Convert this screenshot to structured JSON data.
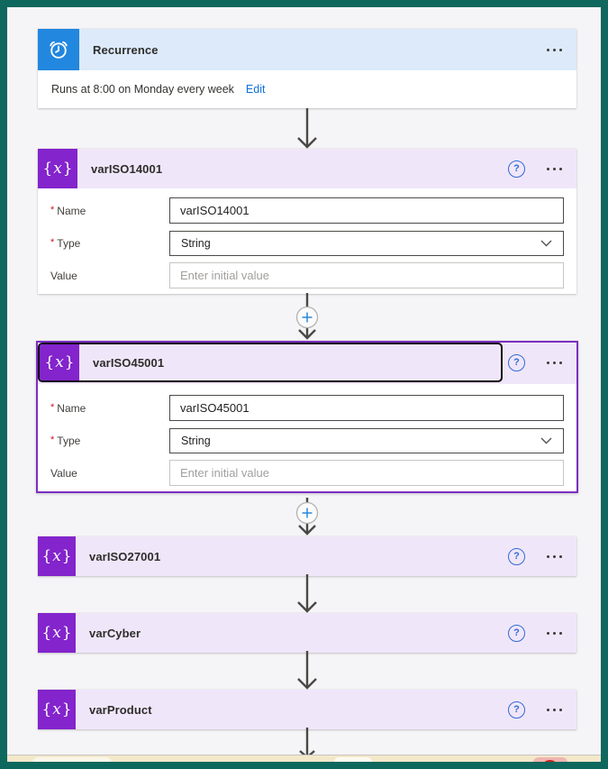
{
  "flow": {
    "recurrence": {
      "title": "Recurrence",
      "summary": "Runs at 8:00 on Monday every week",
      "edit_link": "Edit",
      "menu_icon": "ellipsis"
    },
    "field_labels": {
      "required_marker": "*",
      "name": "Name",
      "type": "Type",
      "value": "Value"
    },
    "variables": [
      {
        "title": "varISO14001",
        "name_value": "varISO14001",
        "type_value": "String",
        "value_placeholder": "Enter initial value",
        "state": "expanded"
      },
      {
        "title": "varISO45001",
        "name_value": "varISO45001",
        "type_value": "String",
        "value_placeholder": "Enter initial value",
        "state": "expanded-selected"
      },
      {
        "title": "varISO27001",
        "state": "collapsed"
      },
      {
        "title": "varCyber",
        "state": "collapsed"
      },
      {
        "title": "varProduct",
        "state": "collapsed"
      }
    ],
    "icons": {
      "recurrence_icon": "alarm-clock",
      "variable_icon_open": "{",
      "variable_icon_x": "x",
      "variable_icon_close": "}",
      "help_icon": "?",
      "insert_step_icon": "plus",
      "connector_icon": "arrow-down",
      "type_dropdown_icon": "chevron-down"
    },
    "colors": {
      "frame_teal": "#0e685e",
      "canvas_bg": "#f5f4f6",
      "recurrence_accent": "#2287df",
      "recurrence_header_bg": "#dceaf9",
      "variable_accent": "#8324cc",
      "variable_header_bg": "#f0e6f9",
      "selected_border": "#7b2fc0",
      "link_blue": "#0d6fd8",
      "help_blue": "#2f6bd7",
      "plus_blue": "#2b88d8"
    }
  }
}
